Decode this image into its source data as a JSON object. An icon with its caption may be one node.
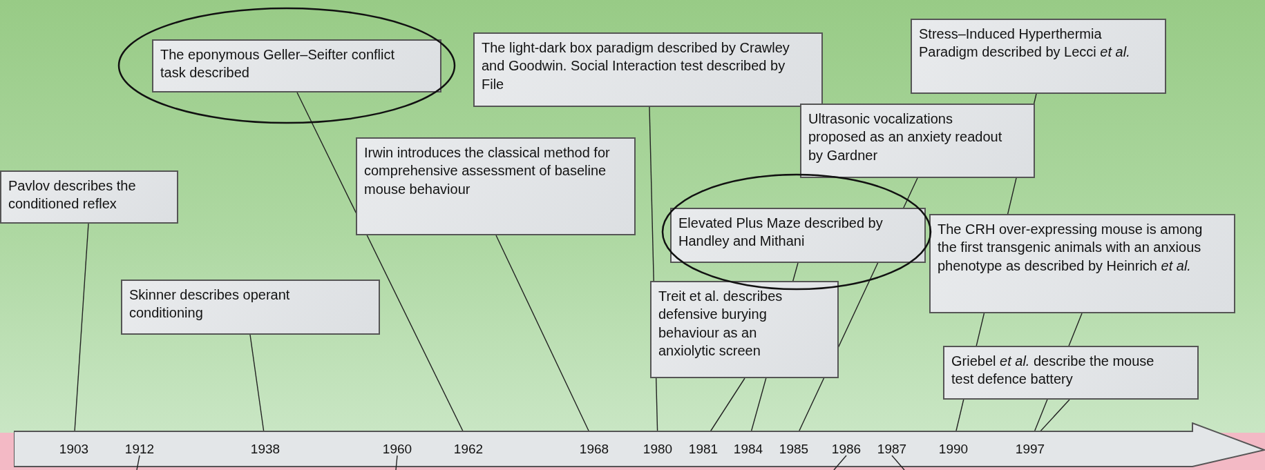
{
  "diagram": {
    "nodes": [
      {
        "text": [
          "Pavlov describes the conditioned reflex"
        ]
      },
      {
        "text": [
          "Skinner describes operant conditioning"
        ]
      },
      {
        "text": [
          "The eponymous Geller–Seifter conflict task described"
        ]
      },
      {
        "text": [
          "Irwin introduces the classical method for comprehensive assessment of baseline mouse behaviour"
        ]
      },
      {
        "text": [
          "The light-dark box paradigm described by Crawley and Goodwin. Social Interaction test described by File"
        ]
      },
      {
        "text": [
          "Treit et al. describes defensive burying behaviour as an anxiolytic screen"
        ]
      },
      {
        "text": [
          "Elevated Plus Maze described by Handley and Mithani"
        ]
      },
      {
        "text": [
          "Ultrasonic vocalizations proposed as an anxiety readout by Gardner"
        ]
      },
      {
        "text": [
          "Stress–Induced Hyperthermia Paradigm described by Lecci *et al.*"
        ]
      },
      {
        "text": [
          "The CRH over-expressing mouse is among the first transgenic animals with an anxious phenotype as described by Heinrich *et al.*"
        ]
      },
      {
        "text": [
          "Griebel *et al.* describe the mouse test defence battery"
        ]
      },
      {
        "text": [],
        "shape": "arrow"
      },
      {
        "text": [
          "1903"
        ],
        "in": 11
      },
      {
        "text": [
          "1912"
        ],
        "in": 11
      },
      {
        "text": [
          "1938"
        ],
        "in": 11
      },
      {
        "text": [
          "1960"
        ],
        "in": 11
      },
      {
        "text": [
          "1962"
        ],
        "in": 11
      },
      {
        "text": [
          "1968"
        ],
        "in": 11
      },
      {
        "text": [
          "1980"
        ],
        "in": 11
      },
      {
        "text": [
          "1981"
        ],
        "in": 11
      },
      {
        "text": [
          "1984"
        ],
        "in": 11
      },
      {
        "text": [
          "1985"
        ],
        "in": 11
      },
      {
        "text": [
          "1986"
        ],
        "in": 11
      },
      {
        "text": [
          "1987"
        ],
        "in": 11
      },
      {
        "text": [
          "1990"
        ],
        "in": 11
      },
      {
        "text": [
          "1997"
        ],
        "in": 11
      }
    ],
    "edges": [
      {
        "from": 0,
        "to": 12,
        "arrow": "none"
      },
      {
        "from": 1,
        "to": 14,
        "arrow": "none"
      },
      {
        "from": 2,
        "to": 16,
        "arrow": "none"
      },
      {
        "from": 3,
        "to": 17,
        "arrow": "none"
      },
      {
        "from": 4,
        "to": 18,
        "arrow": "none"
      },
      {
        "from": 5,
        "to": 19,
        "arrow": "none"
      },
      {
        "from": 6,
        "to": 20,
        "arrow": "none"
      },
      {
        "from": 7,
        "to": 21,
        "arrow": "none"
      },
      {
        "from": 8,
        "to": 24,
        "arrow": "none"
      },
      {
        "from": 9,
        "to": 25,
        "arrow": "none"
      },
      {
        "from": 10,
        "to": 25,
        "arrow": "none"
      },
      {
        "from": 13,
        "to": null,
        "arrow": "none"
      },
      {
        "from": 15,
        "to": null,
        "arrow": "none"
      },
      {
        "from": 22,
        "to": null,
        "arrow": "none"
      },
      {
        "from": 23,
        "to": null,
        "arrow": "none"
      }
    ]
  }
}
